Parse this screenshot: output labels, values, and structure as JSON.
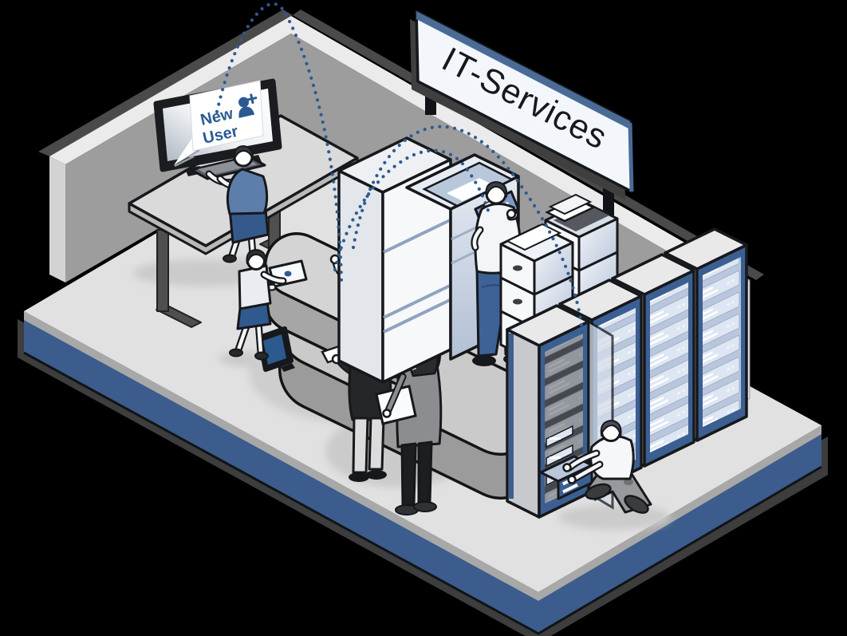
{
  "scene": {
    "description": "Isometric illustration of an IT services room on a blue-edged platform",
    "background_color": "#000000"
  },
  "sign": {
    "label": "IT-Services",
    "panel_color": "#f3f6fa",
    "edge_color": "#4a6b96",
    "text_color": "#16181c"
  },
  "callout": {
    "line1": "New",
    "line2": "User",
    "icon": "add-user-icon",
    "text_color": "#2b5a92",
    "background": "#ffffff"
  },
  "palette": {
    "accent_blue": "#2e5b8f",
    "platform_blue": "#3b5c8c",
    "clothing_blue": "#5d7dab",
    "wall_gray": "#9d9d9d",
    "wall_light": "#ebebeb",
    "floor_gray": "#e1e1e1",
    "counter_gray": "#cacaca",
    "outline": "#16181c"
  },
  "objects": {
    "workstation": "desk with monitor and keyboard",
    "reception": "curved reception counter",
    "printer": "multifunction printer",
    "boxes": "paper box stacks",
    "servers": "server rack row",
    "arcs": "dotted data-flow arcs"
  }
}
